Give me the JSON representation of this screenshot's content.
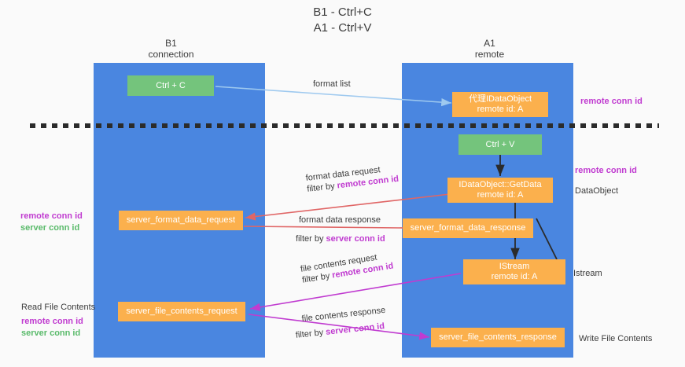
{
  "title": {
    "line1": "B1 - Ctrl+C",
    "line2": "A1 - Ctrl+V"
  },
  "columns": [
    {
      "name": "B1",
      "subtitle": "connection"
    },
    {
      "name": "A1",
      "subtitle": "remote"
    }
  ],
  "colors": {
    "panel_blue": "#4a86e0",
    "node_green": "#74c47c",
    "node_orange": "#fbb04d",
    "magenta": "#c03bd0",
    "green_text": "#59ba6a",
    "arrow_light_blue": "#9ec9ef",
    "arrow_red": "#e06666",
    "arrow_magenta": "#c03bd0",
    "arrow_black": "#2b2b2b",
    "divider": "#2b2b2b",
    "background": "#fafafa"
  },
  "nodes": {
    "ctrl_c": {
      "label": "Ctrl + C"
    },
    "ctrl_v": {
      "label": "Ctrl + V"
    },
    "proxy_dataobject": {
      "line1": "代理IDataObject",
      "line2": "remote id: A"
    },
    "getdata": {
      "line1": "IDataObject::GetData",
      "line2": "remote id: A"
    },
    "istream": {
      "line1": "IStream",
      "line2": "remote id: A"
    },
    "server_format_data_request": {
      "label": "server_format_data_request"
    },
    "server_format_data_response": {
      "label": "server_format_data_response"
    },
    "server_file_contents_request": {
      "label": "server_file_contents_request"
    },
    "server_file_contents_response": {
      "label": "server_file_contents_response"
    }
  },
  "arrow_labels": {
    "format_list": {
      "text": "format list"
    },
    "format_data_request": {
      "line1": "format data request",
      "line2_prefix": "filter by ",
      "line2_highlight": "remote conn id"
    },
    "format_data_response": {
      "line1": "format data response",
      "line2_prefix": "filter by ",
      "line2_highlight": "server conn id"
    },
    "file_contents_request": {
      "line1": "file contents request",
      "line2_prefix": "filter by ",
      "line2_highlight": "remote conn id"
    },
    "file_contents_response": {
      "line1": "file contents response",
      "line2_prefix": "filter by ",
      "line2_highlight": "server conn id"
    }
  },
  "side_labels": {
    "right_remote_conn_id_top": {
      "text": "remote conn id"
    },
    "right_remote_conn_id_mid": {
      "text": "remote conn id"
    },
    "right_dataobject": {
      "text": "DataObject"
    },
    "right_istream": {
      "text": "Istream"
    },
    "right_write_file_contents": {
      "text": "Write File Contents"
    },
    "left_ids_mid": {
      "line1": "remote conn id",
      "line2": "server conn id"
    },
    "left_read_file_contents": {
      "text": "Read File Contents"
    },
    "left_ids_bottom": {
      "line1": "remote conn id",
      "line2": "server conn id"
    }
  }
}
